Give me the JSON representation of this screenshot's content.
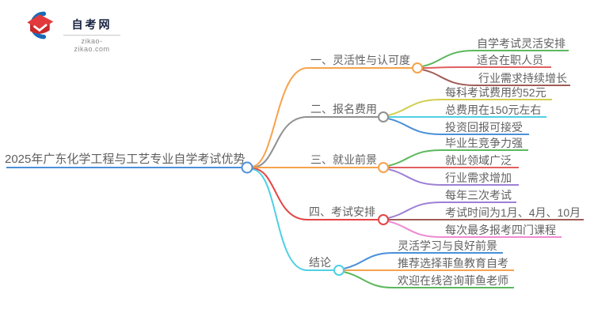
{
  "logo": {
    "title": "自考网",
    "domain": "zikao-zikao.com",
    "icon": "graduation-cap-icon",
    "crescent_color": "#1a6ab8",
    "cap_color": "#e23a3c",
    "cap_shadow_color": "#c8282c"
  },
  "mindmap": {
    "root": {
      "label": "2025年广东化学工程与工艺专业自学考试优势",
      "color": "#4a90d9"
    },
    "branches": [
      {
        "label": "一、灵活性与认可度",
        "color": "#f7a24b",
        "children": [
          {
            "label": "自学考试灵活安排",
            "color": "#5bb85d"
          },
          {
            "label": "适合在职人员",
            "color": "#e05f5f"
          },
          {
            "label": "行业需求持续增长",
            "color": "#a05c57"
          }
        ]
      },
      {
        "label": "二、报名费用",
        "color": "#909090",
        "children": [
          {
            "label": "每科考试费用约52元",
            "color": "#d2ce4e"
          },
          {
            "label": "总费用在150元左右",
            "color": "#4fd0e4"
          },
          {
            "label": "投资回报可接受",
            "color": "#4a90d9"
          }
        ]
      },
      {
        "label": "三、就业前景",
        "color": "#f7a24b",
        "children": [
          {
            "label": "毕业生竞争力强",
            "color": "#5bb85d"
          },
          {
            "label": "就业领域广泛",
            "color": "#e05f5f"
          },
          {
            "label": "行业需求增加",
            "color": "#9d80d6"
          }
        ]
      },
      {
        "label": "四、考试安排",
        "color": "#e34444",
        "children": [
          {
            "label": "每年三次考试",
            "color": "#9d80d6"
          },
          {
            "label": "考试时间为1月、4月、10月",
            "color": "#a05c57"
          },
          {
            "label": "每次最多报考四门课程",
            "color": "#ee8ad2"
          }
        ]
      },
      {
        "label": "结论",
        "color": "#4fd0e4",
        "children": [
          {
            "label": "灵活学习与良好前景",
            "color": "#4a90d9"
          },
          {
            "label": "推荐选择菲鱼教育自考",
            "color": "#f7a24b"
          },
          {
            "label": "欢迎在线咨询菲鱼老师",
            "color": "#5bb85d"
          }
        ]
      }
    ]
  }
}
